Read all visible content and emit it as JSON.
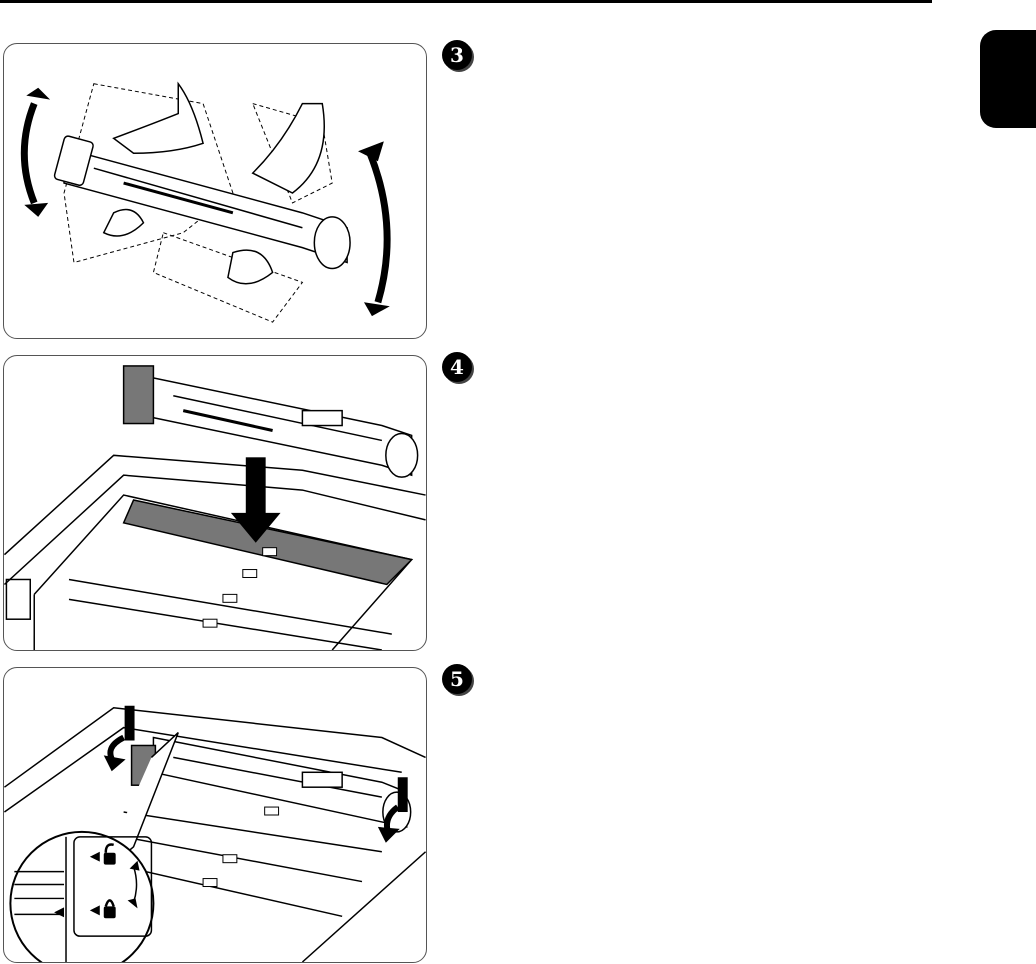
{
  "steps": [
    {
      "number": "3"
    },
    {
      "number": "4"
    },
    {
      "number": "5"
    }
  ],
  "colors": {
    "ink": "#000000",
    "slot_shade": "#777777",
    "tab": "#000000"
  },
  "icons": {
    "panel3": [
      "toner-cartridge-icon",
      "hands-icon",
      "curved-double-arrow-icon"
    ],
    "panel4": [
      "toner-cartridge-icon",
      "printer-slots-icon",
      "down-arrow-icon"
    ],
    "panel5": [
      "toner-cartridge-icon",
      "down-arrow-icon",
      "lock-icon",
      "unlock-icon"
    ]
  }
}
